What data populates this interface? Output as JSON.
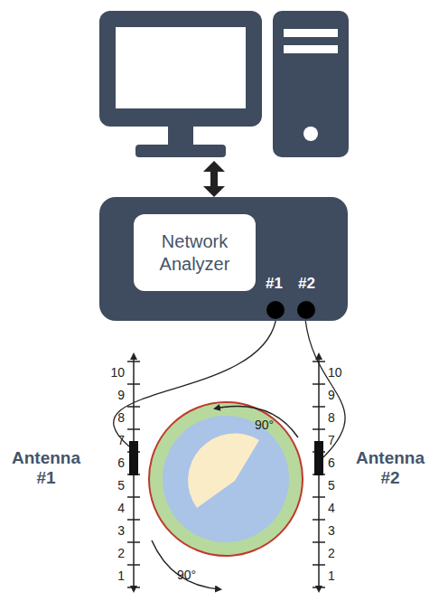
{
  "diagram": {
    "nodes": [
      {
        "text": [
          "#1",
          "#2"
        ]
      },
      {
        "text": [
          "Network Analyzer"
        ],
        "in": 0
      },
      {
        "text": [
          "Antenna #1"
        ]
      },
      {
        "text": [
          "Antenna #2"
        ]
      }
    ],
    "edges": [
      {
        "from": 0,
        "to": 2,
        "arrow": "none"
      },
      {
        "from": 0,
        "to": 3,
        "arrow": "none"
      }
    ],
    "labels": [
      "90°",
      "10",
      "9",
      "8",
      "7",
      "6",
      "5",
      "4",
      "3",
      "2",
      "1",
      "10",
      "9",
      "8",
      "7",
      "6",
      "5",
      "4",
      "3",
      "2",
      "1",
      "90°"
    ]
  }
}
